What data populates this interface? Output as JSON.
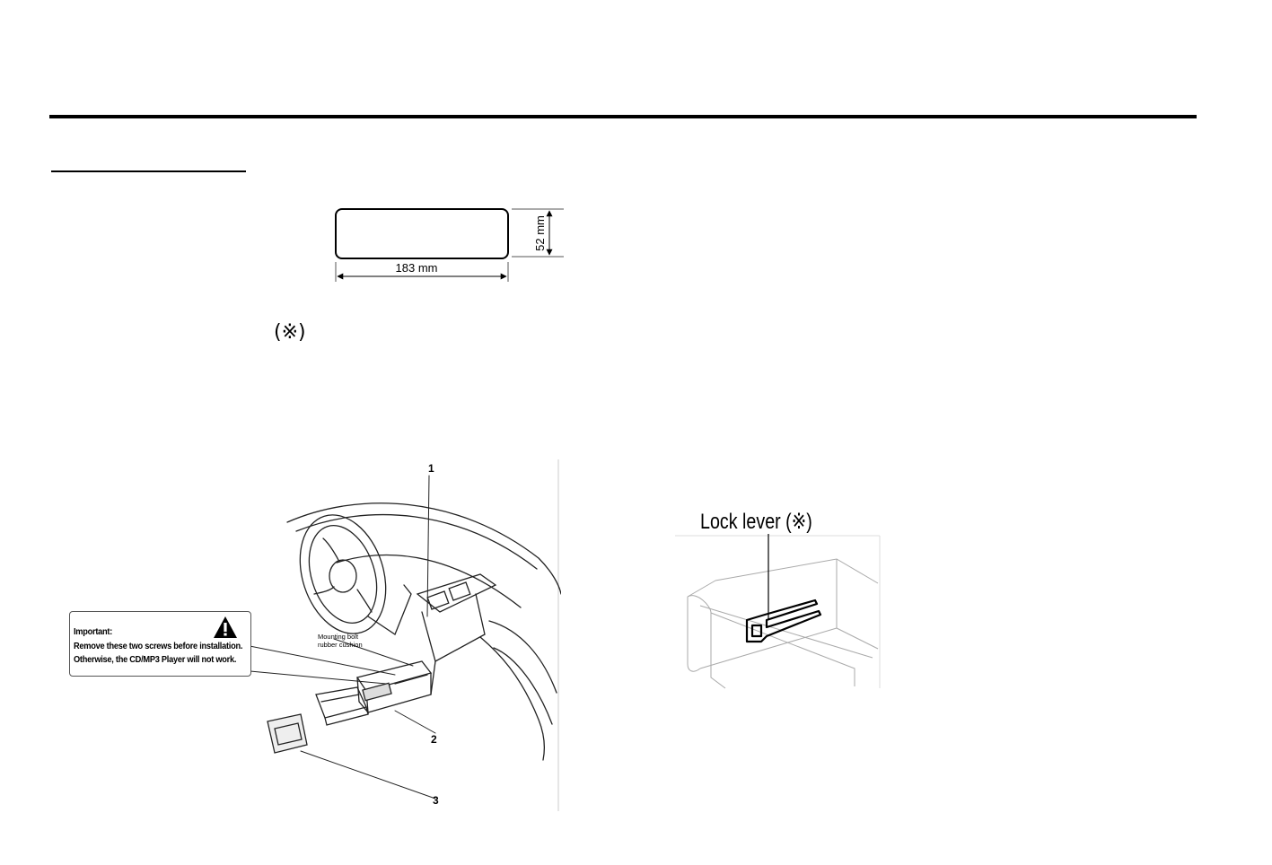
{
  "dimension_figure": {
    "width_label": "183 mm",
    "height_label": "52 mm"
  },
  "reference_mark": "(※)",
  "installation_figure": {
    "warning": {
      "title": "Important:",
      "line1": "Remove these two screws before installation.",
      "line2": "Otherwise, the CD/MP3 Player will not work."
    },
    "callouts": [
      "1",
      "2",
      "3"
    ],
    "part_label_line1": "Mounting bolt",
    "part_label_line2": "rubber cushion"
  },
  "lock_figure": {
    "label": "Lock lever (※)"
  },
  "icons": [
    "warning-triangle-icon"
  ]
}
